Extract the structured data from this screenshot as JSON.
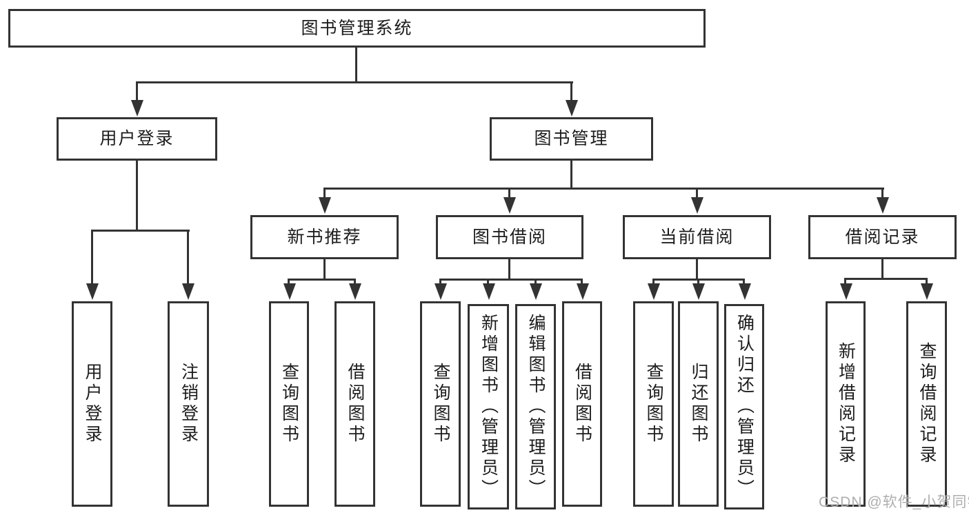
{
  "diagram": {
    "type": "tree",
    "title": "图书管理系统",
    "colors": {
      "line": "#333333",
      "box_fill": "#ffffff",
      "text": "#1c1c1c",
      "watermark": "#aeaeae"
    },
    "nodes": {
      "root": {
        "label": "图书管理系统"
      },
      "user_login": {
        "label": "用户登录"
      },
      "book_management": {
        "label": "图书管理"
      },
      "new_book_recommend": {
        "label": "新书推荐"
      },
      "book_borrowing": {
        "label": "图书借阅"
      },
      "current_borrowing": {
        "label": "当前借阅"
      },
      "borrowing_records": {
        "label": "借阅记录"
      },
      "user_login_leaf": {
        "label": "用户登录"
      },
      "logout_leaf": {
        "label": "注销登录"
      },
      "query_books_a": {
        "label": "查询图书"
      },
      "borrow_books_a": {
        "label": "借阅图书"
      },
      "query_books_b": {
        "label": "查询图书"
      },
      "add_books_admin": {
        "label": "新增图书（管理员）"
      },
      "edit_books_admin": {
        "label": "编辑图书（管理员）"
      },
      "borrow_books_b": {
        "label": "借阅图书"
      },
      "query_books_c": {
        "label": "查询图书"
      },
      "return_books": {
        "label": "归还图书"
      },
      "confirm_return_admin": {
        "label": "确认归还（管理员）"
      },
      "add_borrow_record": {
        "label": "新增借阅记录"
      },
      "query_borrow_record": {
        "label": "查询借阅记录"
      }
    },
    "edges": {
      "root": [
        "user_login",
        "book_management"
      ],
      "user_login": [
        "user_login_leaf",
        "logout_leaf"
      ],
      "book_management": [
        "new_book_recommend",
        "book_borrowing",
        "current_borrowing",
        "borrowing_records"
      ],
      "new_book_recommend": [
        "query_books_a",
        "borrow_books_a"
      ],
      "book_borrowing": [
        "query_books_b",
        "add_books_admin",
        "edit_books_admin",
        "borrow_books_b"
      ],
      "current_borrowing": [
        "query_books_c",
        "return_books",
        "confirm_return_admin"
      ],
      "borrowing_records": [
        "add_borrow_record",
        "query_borrow_record"
      ]
    }
  },
  "watermark": {
    "text": "CSDN @软件_小贺同学"
  }
}
